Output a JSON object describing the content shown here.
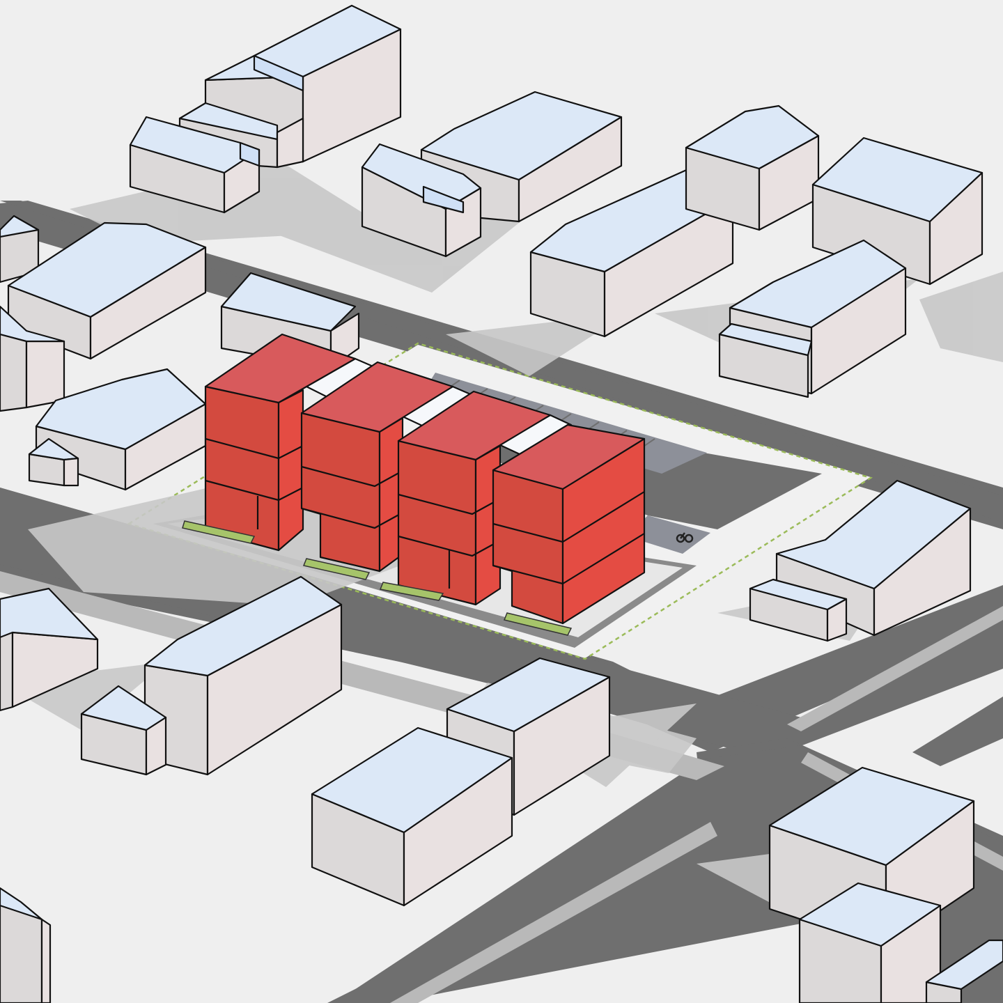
{
  "scene": {
    "projection": "isometric",
    "colors": {
      "ground": "#efefef",
      "road": "#6f6f6f",
      "sidewalk": "#b9b9b9",
      "context_roof": "#dce8f7",
      "context_wall_left": "#dcd9d9",
      "context_wall_right": "#e9e1e1",
      "proposed_top": "#d85a5c",
      "proposed_left": "#d34a3f",
      "proposed_right": "#e44c43",
      "site_boundary": "#9bbb59",
      "landscape_strip": "#a6c46a",
      "parking": "#8d9099"
    },
    "proposed_buildings": {
      "count": 4,
      "stories_each": 3
    },
    "icons": [
      "bicycle-parking-icon"
    ]
  }
}
